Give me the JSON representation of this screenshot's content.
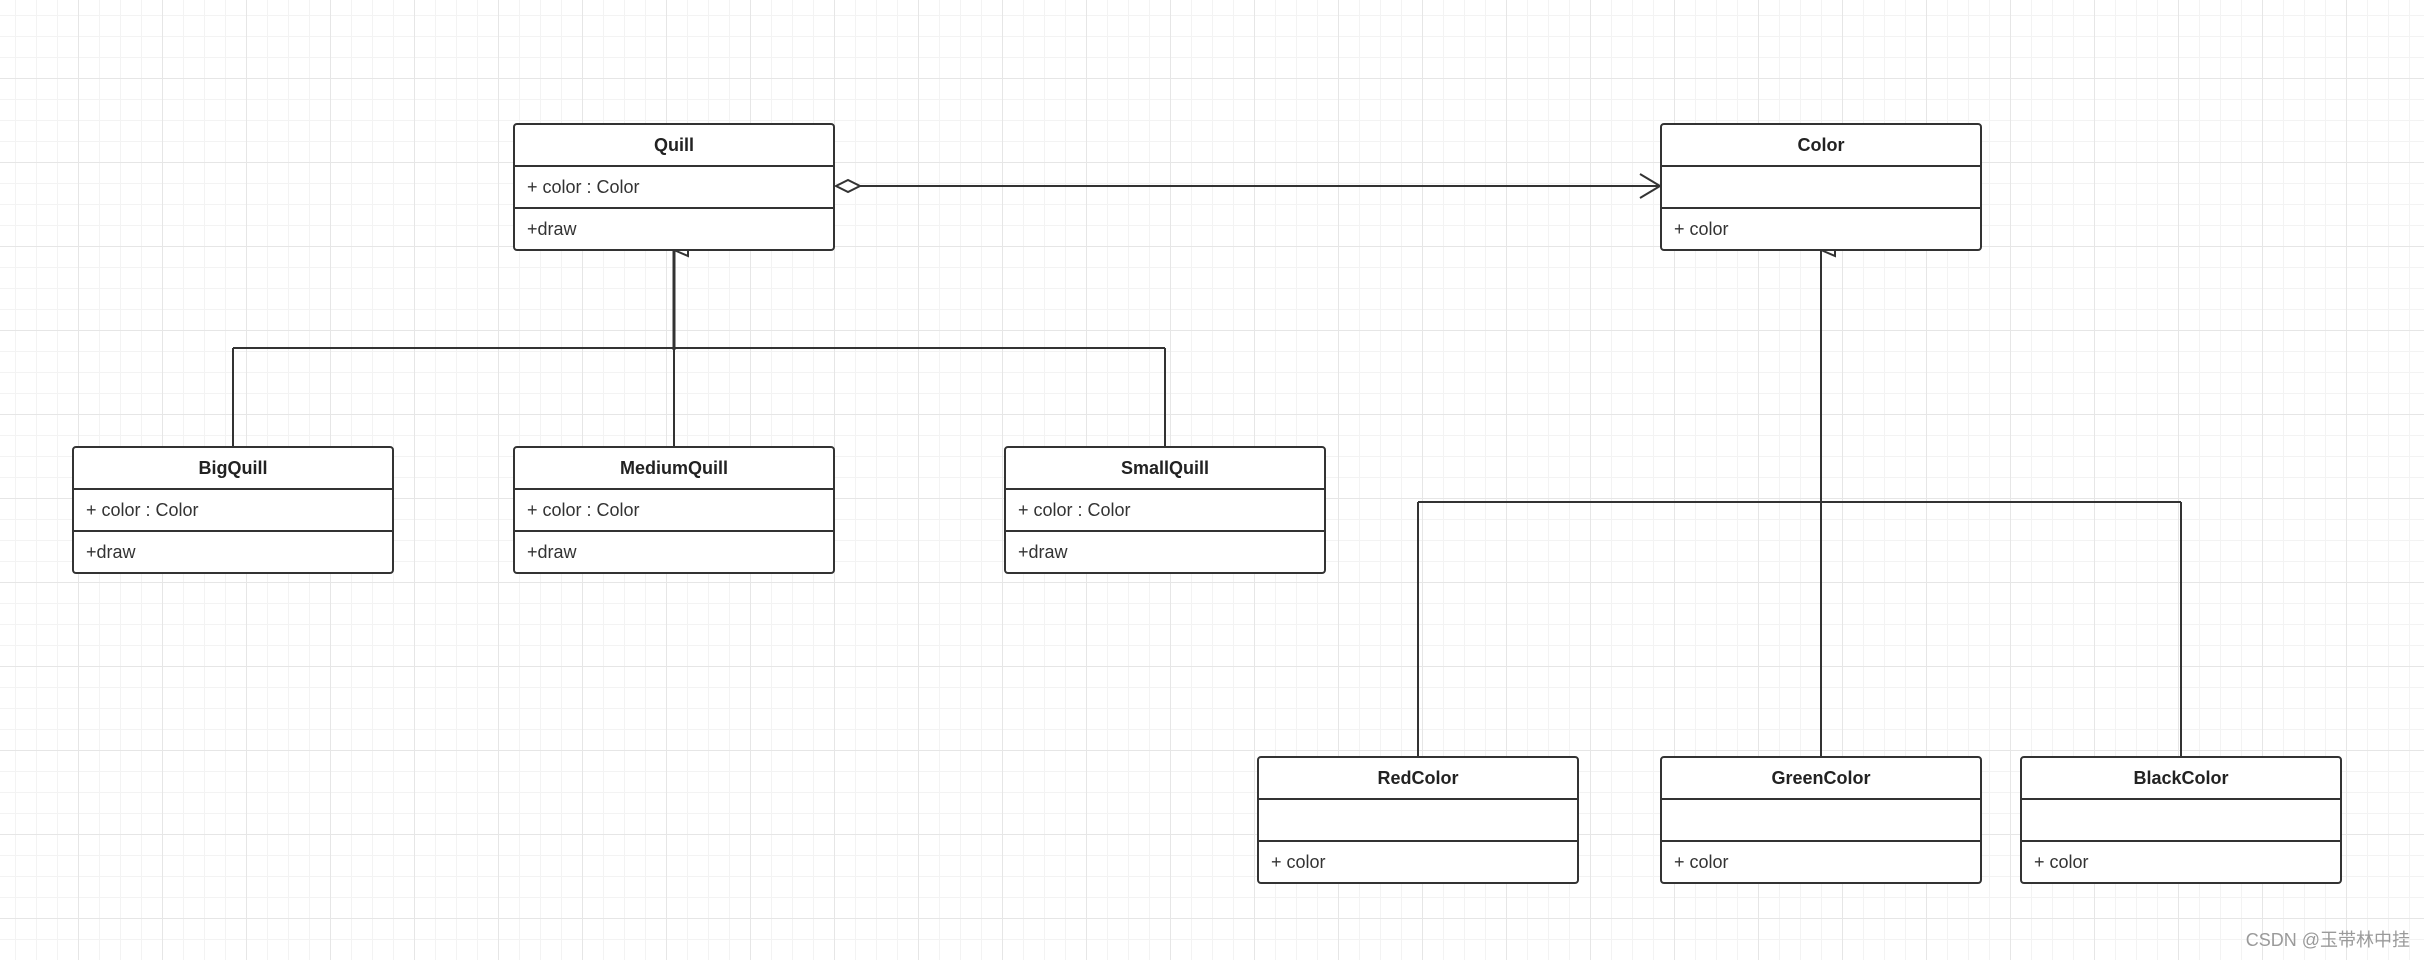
{
  "diagram": {
    "classes": {
      "quill": {
        "name": "Quill",
        "attribute": "+ color : Color",
        "operation": "+draw"
      },
      "color": {
        "name": "Color",
        "attribute": "",
        "operation": "+ color"
      },
      "big_quill": {
        "name": "BigQuill",
        "attribute": "+ color : Color",
        "operation": "+draw"
      },
      "medium_quill": {
        "name": "MediumQuill",
        "attribute": "+ color : Color",
        "operation": "+draw"
      },
      "small_quill": {
        "name": "SmallQuill",
        "attribute": "+ color : Color",
        "operation": "+draw"
      },
      "red_color": {
        "name": "RedColor",
        "attribute": "",
        "operation": "+ color"
      },
      "green_color": {
        "name": "GreenColor",
        "attribute": "",
        "operation": "+ color"
      },
      "black_color": {
        "name": "BlackColor",
        "attribute": "",
        "operation": "+ color"
      }
    },
    "relations": [
      {
        "type": "aggregation",
        "from": "Quill",
        "to": "Color"
      },
      {
        "type": "generalization",
        "from": "BigQuill",
        "to": "Quill"
      },
      {
        "type": "generalization",
        "from": "MediumQuill",
        "to": "Quill"
      },
      {
        "type": "generalization",
        "from": "SmallQuill",
        "to": "Quill"
      },
      {
        "type": "generalization",
        "from": "RedColor",
        "to": "Color"
      },
      {
        "type": "generalization",
        "from": "GreenColor",
        "to": "Color"
      },
      {
        "type": "generalization",
        "from": "BlackColor",
        "to": "Color"
      }
    ]
  },
  "watermark": "CSDN @玉带林中挂",
  "colors": {
    "line": "#333333",
    "grid": "#e6e6e6",
    "watermark": "#9a9a9a"
  }
}
